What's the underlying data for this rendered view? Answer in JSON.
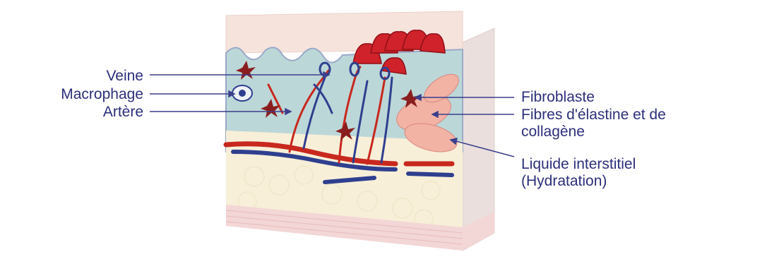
{
  "labels": {
    "veine": "Veine",
    "macrophage": "Macrophage",
    "artere": "Artère",
    "fibroblaste": "Fibroblaste",
    "fibres_line1": "Fibres d'élastine et de",
    "fibres_line2": "collagène",
    "liquide_line1": "Liquide interstitiel",
    "liquide_line2": "(Hydratation)"
  },
  "colors": {
    "label_text": "#2c2f7a",
    "leader_line": "#3b3f8c",
    "artery": "#c8281e",
    "vein": "#2f3f8f",
    "dermis": "#b9d6d8",
    "skin_surface": "#f6e3dc",
    "hypodermis": "#f6efd9"
  }
}
